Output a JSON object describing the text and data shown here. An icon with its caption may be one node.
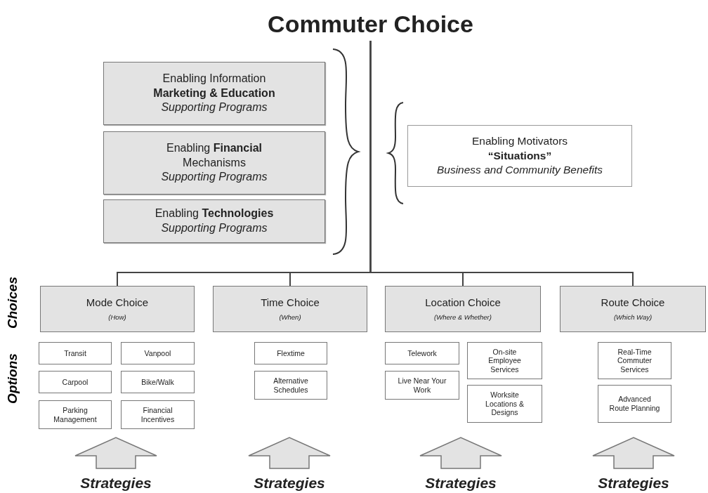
{
  "diagram": {
    "nodes": [
      {
        "text": [
          "Commuter Choice"
        ]
      },
      {
        "text": [
          "Enabling Information **Marketing & Education**",
          "Supporting Programs"
        ]
      },
      {
        "text": [
          "Enabling **Financial** Mechanisms",
          "Supporting Programs"
        ]
      },
      {
        "text": [
          "Enabling **Technologies**",
          "Supporting Programs"
        ]
      },
      {
        "text": [
          "Enabling Motivators **“Situations”**",
          "Business and Community Benefits"
        ]
      },
      {
        "text": [
          "Mode Choice",
          "(How)"
        ]
      },
      {
        "text": [
          "Time Choice",
          "(When)"
        ]
      },
      {
        "text": [
          "Location Choice",
          "(Where & Whether)"
        ]
      },
      {
        "text": [
          "Route Choice",
          "(Which Way)"
        ]
      },
      {
        "text": [
          "Transit"
        ]
      },
      {
        "text": [
          "Vanpool"
        ]
      },
      {
        "text": [
          "Carpool"
        ]
      },
      {
        "text": [
          "Bike/Walk"
        ]
      },
      {
        "text": [
          "Parking Management"
        ]
      },
      {
        "text": [
          "Financial Incentives"
        ]
      },
      {
        "text": [
          "Flextime"
        ]
      },
      {
        "text": [
          "Alternative Schedules"
        ]
      },
      {
        "text": [
          "Telework"
        ]
      },
      {
        "text": [
          "On-site Employee Services"
        ]
      },
      {
        "text": [
          "Live Near Your Work"
        ]
      },
      {
        "text": [
          "Worksite Locations & Designs"
        ]
      },
      {
        "text": [
          "Real-Time Commuter Services"
        ]
      },
      {
        "text": [
          "Advanced Route Planning"
        ]
      },
      {
        "text": [
          "Strategies"
        ]
      },
      {
        "text": [
          "Strategies"
        ]
      },
      {
        "text": [
          "Strategies"
        ]
      },
      {
        "text": [
          "Strategies"
        ]
      }
    ],
    "edges": [
      {
        "from": 0,
        "to": 5,
        "arrow": "none"
      },
      {
        "from": 0,
        "to": 6,
        "arrow": "none"
      },
      {
        "from": 0,
        "to": 7,
        "arrow": "none"
      },
      {
        "from": 0,
        "to": 8,
        "arrow": "none"
      },
      {
        "from": 23,
        "to": null,
        "arrow": "to",
        "style": "thick"
      },
      {
        "from": 24,
        "to": null,
        "arrow": "to",
        "style": "thick"
      },
      {
        "from": 25,
        "to": null,
        "arrow": "to",
        "style": "thick"
      },
      {
        "from": 26,
        "to": null,
        "arrow": "to",
        "style": "thick"
      }
    ],
    "labels": [
      "Choices",
      "Options"
    ]
  }
}
